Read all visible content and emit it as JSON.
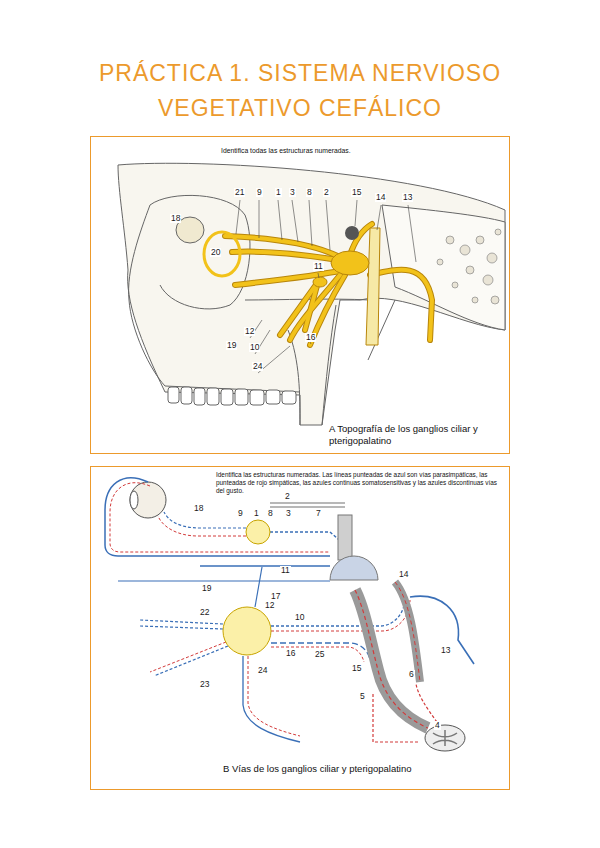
{
  "diagram": {
    "title": "PRÁCTICA 1. SISTEMA NERVIOSO VEGETATIVO CEFÁLICO",
    "nodes": [
      {
        "text": [
          "Identifica todas las estructuras numeradas.",
          "A Topografía de los ganglios ciliar y pterigopalatino"
        ]
      },
      {
        "text": [
          "Identifica las estructuras numeradas. Las líneas punteadas de azul son vías parasimpáticas, las punteadas de rojo simpáticas, las azules continuas somatosensitivas y las azules discontinuas vías del gusto.",
          "B Vías de los ganglios ciliar y pterigopalatino"
        ]
      }
    ],
    "labels": [
      "21",
      "9",
      "1",
      "3",
      "8",
      "2",
      "15",
      "14",
      "13",
      "18",
      "20",
      "11",
      "19",
      "12",
      "10",
      "16",
      "24",
      "18",
      "9",
      "1",
      "8",
      "2",
      "3",
      "7",
      "19",
      "11",
      "17",
      "12",
      "22",
      "10",
      "14",
      "16",
      "25",
      "13",
      "15",
      "6",
      "23",
      "24",
      "5",
      "4"
    ]
  }
}
